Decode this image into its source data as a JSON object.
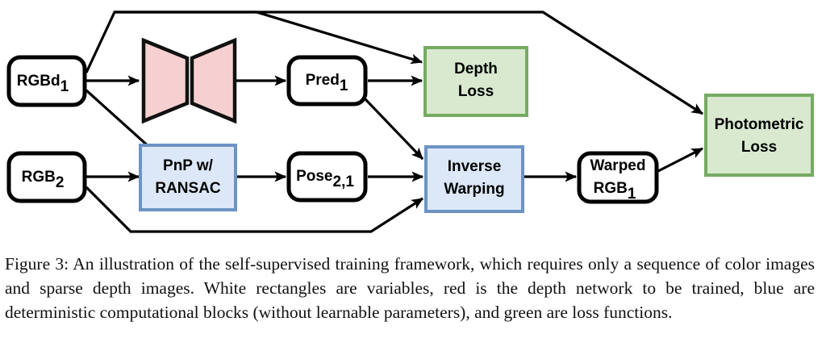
{
  "figure": {
    "id": "figure-3",
    "nodes": {
      "rgbd1": {
        "label": "RGBd",
        "sub": "1",
        "kind": "variable"
      },
      "rgb2": {
        "label": "RGB",
        "sub": "2",
        "kind": "variable"
      },
      "depth_network": {
        "label": "",
        "kind": "network",
        "color": "#f6d0d0"
      },
      "pred1": {
        "label": "Pred",
        "sub": "1",
        "kind": "variable"
      },
      "pnp": {
        "line1": "PnP w/",
        "line2": "RANSAC",
        "kind": "block",
        "color": "#dce8f8"
      },
      "pose21": {
        "label": "Pose",
        "sub": "2,1",
        "kind": "variable"
      },
      "inverse_warping": {
        "line1": "Inverse",
        "line2": "Warping",
        "kind": "block",
        "color": "#dce8f8"
      },
      "warped_rgb1": {
        "line1": "Warped",
        "line2": "RGB",
        "sub": "1",
        "kind": "variable"
      },
      "depth_loss": {
        "line1": "Depth",
        "line2": "Loss",
        "kind": "loss",
        "color": "#d8e9cf"
      },
      "photometric_loss": {
        "line1": "Photometric",
        "line2": "Loss",
        "kind": "loss",
        "color": "#d8e9cf"
      }
    },
    "edges": [
      {
        "from": "rgbd1",
        "to": "depth_network"
      },
      {
        "from": "rgbd1",
        "to": "pnp"
      },
      {
        "from": "rgbd1",
        "to": "depth_loss"
      },
      {
        "from": "rgbd1",
        "to": "photometric_loss"
      },
      {
        "from": "depth_network",
        "to": "pred1"
      },
      {
        "from": "pred1",
        "to": "depth_loss"
      },
      {
        "from": "pred1",
        "to": "inverse_warping"
      },
      {
        "from": "rgb2",
        "to": "pnp"
      },
      {
        "from": "rgb2",
        "to": "inverse_warping"
      },
      {
        "from": "pnp",
        "to": "pose21"
      },
      {
        "from": "pose21",
        "to": "inverse_warping"
      },
      {
        "from": "inverse_warping",
        "to": "warped_rgb1"
      },
      {
        "from": "warped_rgb1",
        "to": "photometric_loss"
      }
    ],
    "palette": {
      "network_fill": "#f6d0d0",
      "network_stroke": "#111111",
      "block_fill": "#dce8f8",
      "block_stroke": "#6d93c4",
      "loss_fill": "#d8e9cf",
      "loss_stroke": "#76ab62",
      "variable_fill": "#ffffff",
      "line": "#000000"
    }
  },
  "caption": {
    "text": "Figure 3: An illustration of the self-supervised training framework, which requires only a sequence of color images and sparse depth images. White rectangles are variables, red is the depth network to be trained, blue are deterministic computational blocks (without learnable parameters), and green are loss functions."
  }
}
